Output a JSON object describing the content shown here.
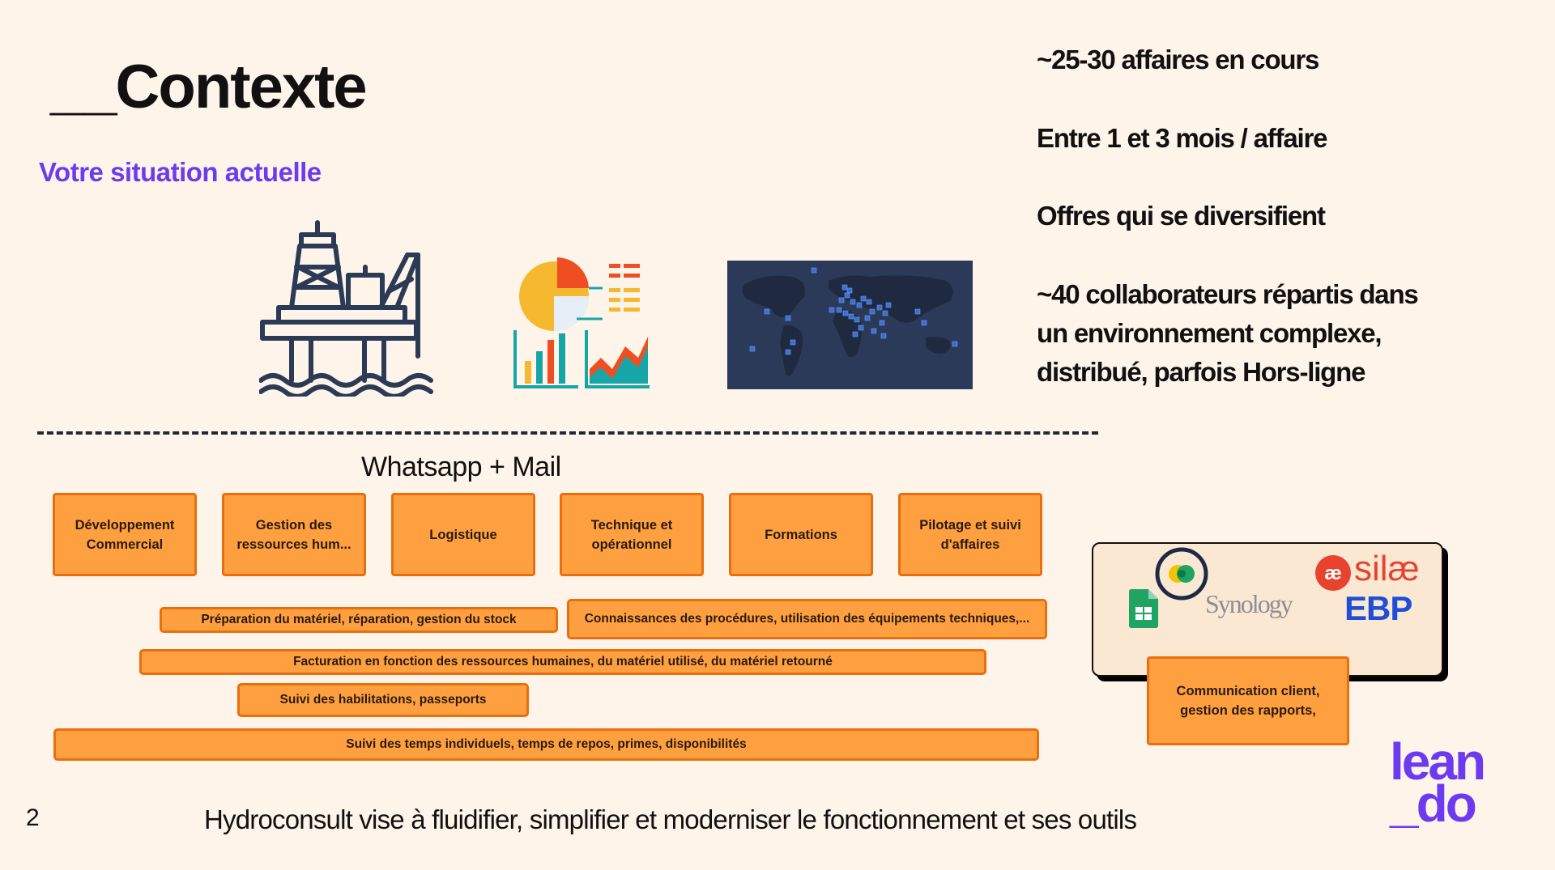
{
  "title": "__Contexte",
  "subtitle": "Votre situation actuelle",
  "stats": [
    "~25-30 affaires en cours",
    "Entre 1 et 3 mois / affaire",
    "Offres qui se diversifient",
    "~40 collaborateurs répartis dans",
    "un environnement complexe,",
    "distribué, parfois Hors-ligne"
  ],
  "channel": "Whatsapp + Mail",
  "departments": [
    "Développement Commercial",
    "Gestion des ressources hum...",
    "Logistique",
    "Technique et opérationnel",
    "Formations",
    "Pilotage et suivi d'affaires"
  ],
  "bars": [
    "Préparation du matériel, réparation, gestion du stock",
    "Connaissances des procédures, utilisation des équipements techniques,...",
    "Facturation en fonction des ressources humaines, du matériel utilisé, du matériel retourné",
    "Suivi des habilitations, passeports",
    "Suivi des temps individuels, temps de repos, primes, disponibilités"
  ],
  "tools": {
    "synology": "Synology",
    "silae": "silæ",
    "ebp": "EBP",
    "communication": "Communication client, gestion des rapports,"
  },
  "logo": {
    "line1": "lean",
    "line2": "_do"
  },
  "page_number": "2",
  "footer": "Hydroconsult vise à fluidifier, simplifier et moderniser le fonctionnement et ses outils",
  "colors": {
    "background": "#FEF4EA",
    "accent": "#6D3BEF",
    "box_fill": "#FFA040",
    "box_border": "#E86F0E"
  }
}
